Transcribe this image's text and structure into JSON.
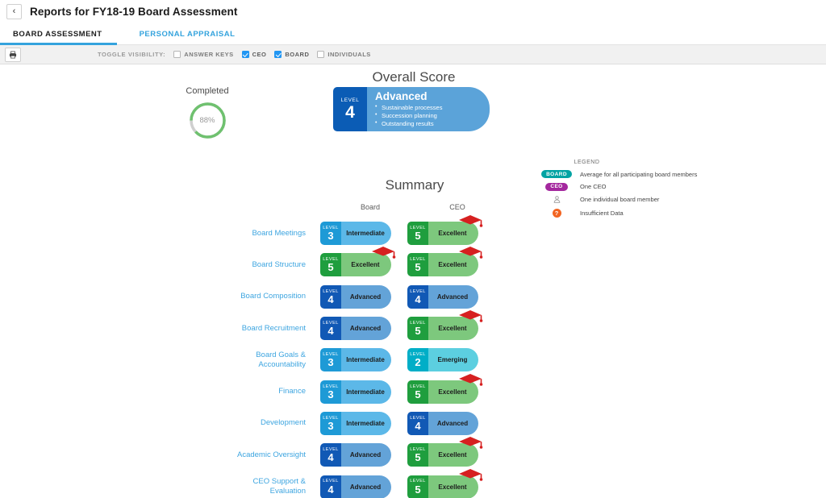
{
  "header": {
    "back_icon": "chevron-left-icon",
    "title": "Reports for FY18-19 Board Assessment"
  },
  "tabs": [
    {
      "label": "BOARD ASSESSMENT",
      "active": true
    },
    {
      "label": "PERSONAL APPRAISAL",
      "active": false
    }
  ],
  "toolbar": {
    "print_icon": "printer-icon",
    "toggle_label": "TOGGLE VISIBILITY:",
    "checkboxes": [
      {
        "label": "ANSWER KEYS",
        "checked": false
      },
      {
        "label": "CEO",
        "checked": true
      },
      {
        "label": "BOARD",
        "checked": true
      },
      {
        "label": "INDIVIDUALS",
        "checked": false
      }
    ]
  },
  "overall": {
    "title": "Overall Score",
    "completed_label": "Completed",
    "completed_percent": "88%",
    "completed_value": 88,
    "donut_color": "#6fc16f",
    "donut_track": "#cfcfcf",
    "card": {
      "level_word": "LEVEL",
      "level_number": "4",
      "name": "Advanced",
      "bullets": [
        "Sustainable processes",
        "Succession planning",
        "Outstanding results"
      ],
      "badge_color": "#0b5cb5",
      "body_color": "#5ba3d9"
    }
  },
  "legend": {
    "title": "LEGEND",
    "items": [
      {
        "key": "BOARD",
        "kind": "pill-board",
        "text": "Average for all participating board members"
      },
      {
        "key": "CEO",
        "kind": "pill-ceo",
        "text": "One CEO"
      },
      {
        "key": "",
        "kind": "person-icon",
        "text": "One individual board member"
      },
      {
        "key": "?",
        "kind": "question-icon",
        "text": "Insufficient Data"
      }
    ]
  },
  "summary": {
    "title": "Summary",
    "columns": [
      "Board",
      "CEO"
    ],
    "level_styles": {
      "2": {
        "badge": "#00aec7",
        "body": "#5ccfe0",
        "name": "Emerging",
        "cap": false
      },
      "3": {
        "badge": "#1e9ad6",
        "body": "#5cb8e8",
        "name": "Intermediate",
        "cap": false
      },
      "4": {
        "badge": "#1159b5",
        "body": "#63a3d8",
        "name": "Advanced",
        "cap": false
      },
      "5": {
        "badge": "#1f9e3e",
        "body": "#7dc87d",
        "name": "Excellent",
        "cap": true
      }
    },
    "rows": [
      {
        "label": "Board Meetings",
        "board": {
          "level": "3",
          "name": "Intermediate"
        },
        "ceo": {
          "level": "5",
          "name": "Excellent"
        }
      },
      {
        "label": "Board Structure",
        "board": {
          "level": "5",
          "name": "Excellent"
        },
        "ceo": {
          "level": "5",
          "name": "Excellent"
        }
      },
      {
        "label": "Board Composition",
        "board": {
          "level": "4",
          "name": "Advanced"
        },
        "ceo": {
          "level": "4",
          "name": "Advanced"
        }
      },
      {
        "label": "Board Recruitment",
        "board": {
          "level": "4",
          "name": "Advanced"
        },
        "ceo": {
          "level": "5",
          "name": "Excellent"
        }
      },
      {
        "label": "Board Goals & Accountability",
        "board": {
          "level": "3",
          "name": "Intermediate"
        },
        "ceo": {
          "level": "2",
          "name": "Emerging"
        }
      },
      {
        "label": "Finance",
        "board": {
          "level": "3",
          "name": "Intermediate"
        },
        "ceo": {
          "level": "5",
          "name": "Excellent"
        }
      },
      {
        "label": "Development",
        "board": {
          "level": "3",
          "name": "Intermediate"
        },
        "ceo": {
          "level": "4",
          "name": "Advanced"
        }
      },
      {
        "label": "Academic Oversight",
        "board": {
          "level": "4",
          "name": "Advanced"
        },
        "ceo": {
          "level": "5",
          "name": "Excellent"
        }
      },
      {
        "label": "CEO Support & Evaluation",
        "board": {
          "level": "4",
          "name": "Advanced"
        },
        "ceo": {
          "level": "5",
          "name": "Excellent"
        }
      }
    ],
    "level_word": "LEVEL",
    "cap_icon": "graduation-cap-icon",
    "cap_color": "#d62020"
  }
}
